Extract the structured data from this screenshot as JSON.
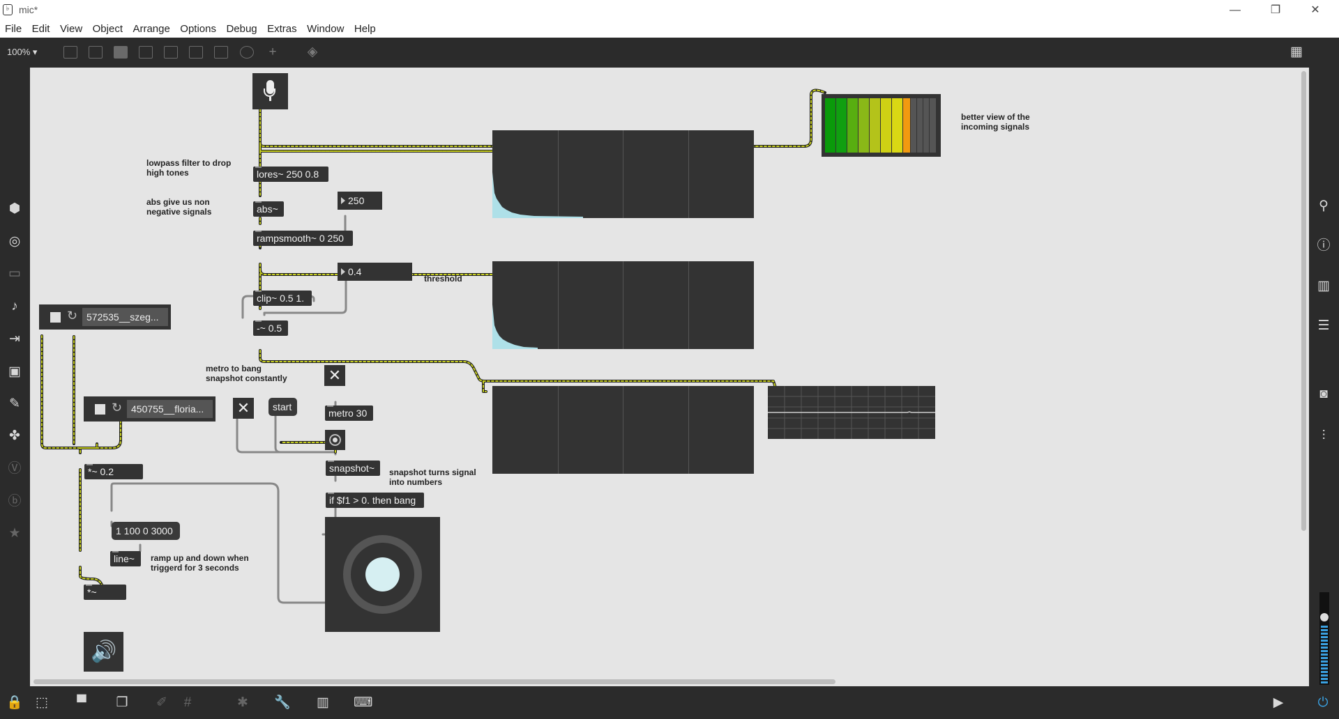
{
  "window": {
    "title": "mic*",
    "controls": [
      "—",
      "❐",
      "✕"
    ]
  },
  "menu": [
    "File",
    "Edit",
    "View",
    "Object",
    "Arrange",
    "Options",
    "Debug",
    "Extras",
    "Window",
    "Help"
  ],
  "toolbar": {
    "zoom": "100% ▾"
  },
  "objects": {
    "lores": "lores~ 250 0.8",
    "abs": "abs~",
    "rampsmooth": "rampsmooth~ 0 250",
    "clip": "clip~ 0.5 1.",
    "minus": "-~ 0.5",
    "metro": "metro 30",
    "snapshot": "snapshot~",
    "ifthen": "if $f1 > 0. then bang",
    "mult02": "*~ 0.2",
    "line": "line~",
    "mult": "*~"
  },
  "numbers": {
    "ramp_time": "250",
    "threshold": "0.4"
  },
  "messages": {
    "start": "start",
    "line_msg": "1 100 0 3000"
  },
  "players": {
    "player1_file": "572535__szeg...",
    "player2_file": "450755__floria..."
  },
  "comments": {
    "lowpass": "lowpass filter to drop high tones",
    "abs": "abs give us non negative signals",
    "threshold": "threshold",
    "metro": "metro to bang snapshot constantly",
    "snapshot": "snapshot turns signal into numbers",
    "ramp": "ramp up and down when triggerd for 3 seconds",
    "meter": "better view of the incoming signals"
  },
  "colors": {
    "wire_signal": "#c8d020",
    "canvas": "#e5e5e5",
    "object": "#333333",
    "waveform": "#aee0e8"
  }
}
